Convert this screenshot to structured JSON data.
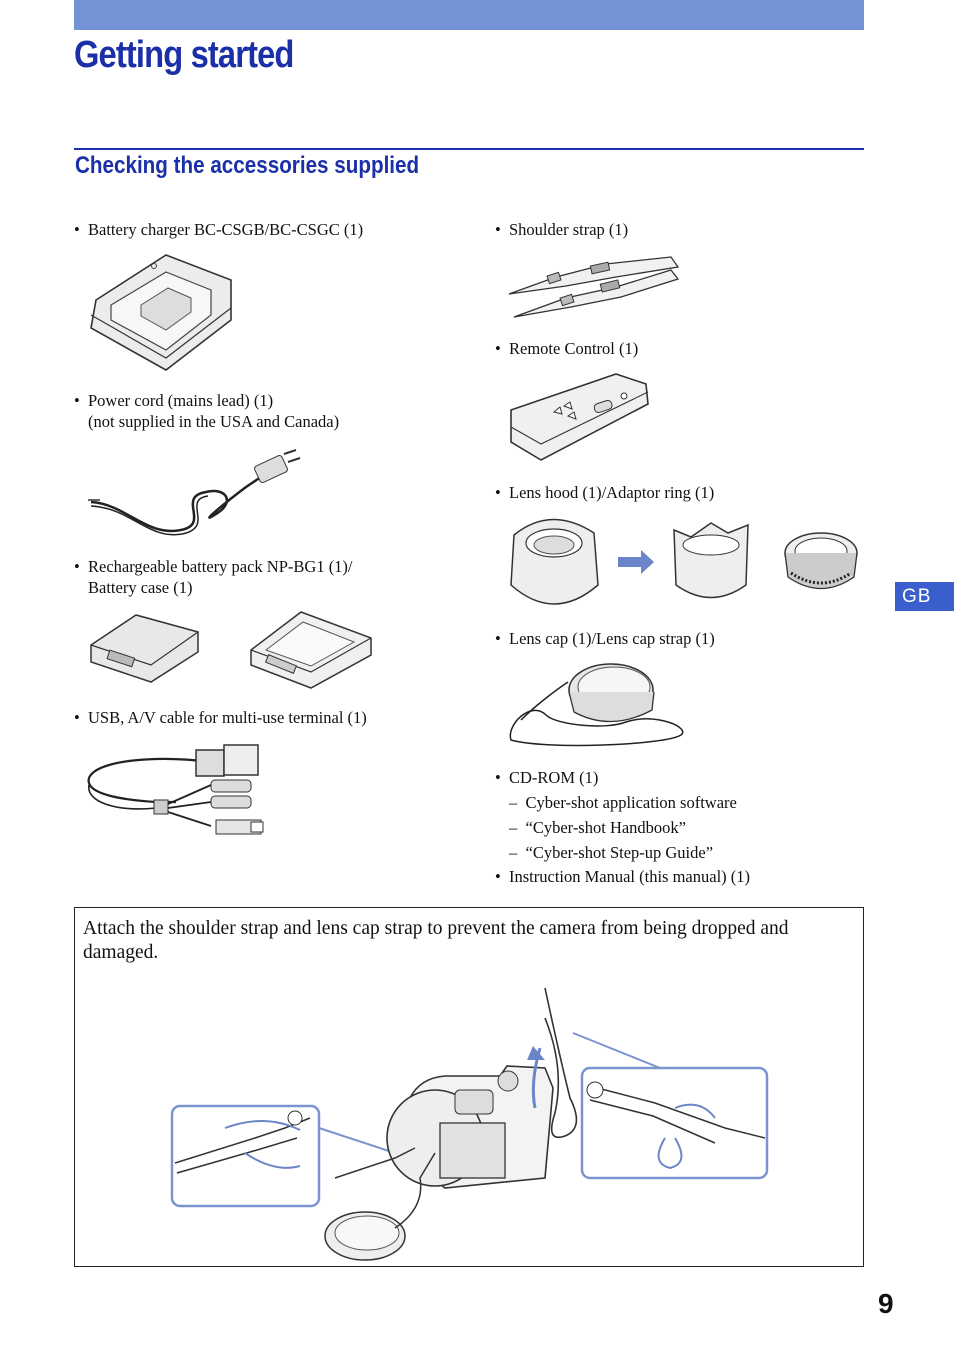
{
  "header": {
    "page_title": "Getting started",
    "section_title": "Checking the accessories supplied"
  },
  "left_column": {
    "items": [
      {
        "label": "Battery charger BC-CSGB/BC-CSGC (1)"
      },
      {
        "label": "Power cord (mains lead) (1)",
        "note": "(not supplied in the USA and Canada)"
      },
      {
        "label": "Rechargeable battery pack NP-BG1 (1)/",
        "note": "Battery case (1)"
      },
      {
        "label": "USB, A/V cable for multi-use terminal (1)"
      }
    ]
  },
  "right_column": {
    "items": [
      {
        "label": "Shoulder strap (1)"
      },
      {
        "label": "Remote Control (1)"
      },
      {
        "label": "Lens hood (1)/Adaptor ring (1)"
      },
      {
        "label": "Lens cap (1)/Lens cap strap (1)"
      },
      {
        "label": "CD-ROM (1)"
      },
      {
        "label": "Instruction Manual (this manual) (1)"
      }
    ],
    "cdrom_contents": [
      "Cyber-shot application software",
      "“Cyber-shot Handbook”",
      "“Cyber-shot Step-up Guide”"
    ]
  },
  "bullet_char": "•",
  "dash_char": "–",
  "side_tab": "GB",
  "note": {
    "text": "Attach the shoulder strap and lens cap strap to prevent the camera from being dropped and damaged."
  },
  "page_number": "9",
  "colors": {
    "title_blue": "#1a2fa8",
    "band_blue": "#7393d6",
    "tab_blue": "#3a5fcd",
    "arrow_blue": "#6b86c8"
  }
}
